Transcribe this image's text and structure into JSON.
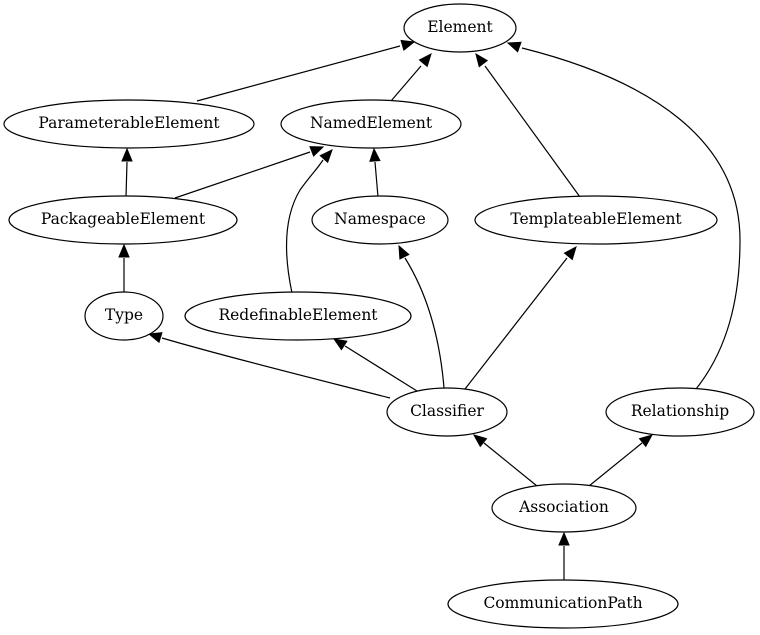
{
  "diagram": {
    "nodes": {
      "element": {
        "label": "Element"
      },
      "parameterable": {
        "label": "ParameterableElement"
      },
      "named": {
        "label": "NamedElement"
      },
      "packageable": {
        "label": "PackageableElement"
      },
      "namespace": {
        "label": "Namespace"
      },
      "templateable": {
        "label": "TemplateableElement"
      },
      "type": {
        "label": "Type"
      },
      "redefinable": {
        "label": "RedefinableElement"
      },
      "classifier": {
        "label": "Classifier"
      },
      "relationship": {
        "label": "Relationship"
      },
      "association": {
        "label": "Association"
      },
      "communication": {
        "label": "CommunicationPath"
      }
    },
    "edges": [
      {
        "from": "parameterable",
        "to": "element"
      },
      {
        "from": "named",
        "to": "element"
      },
      {
        "from": "templateable",
        "to": "element"
      },
      {
        "from": "relationship",
        "to": "element"
      },
      {
        "from": "packageable",
        "to": "parameterable"
      },
      {
        "from": "packageable",
        "to": "named"
      },
      {
        "from": "namespace",
        "to": "named"
      },
      {
        "from": "redefinable",
        "to": "named"
      },
      {
        "from": "type",
        "to": "packageable"
      },
      {
        "from": "classifier",
        "to": "type"
      },
      {
        "from": "classifier",
        "to": "redefinable"
      },
      {
        "from": "classifier",
        "to": "namespace"
      },
      {
        "from": "classifier",
        "to": "templateable"
      },
      {
        "from": "association",
        "to": "classifier"
      },
      {
        "from": "association",
        "to": "relationship"
      },
      {
        "from": "communication",
        "to": "association"
      }
    ]
  }
}
